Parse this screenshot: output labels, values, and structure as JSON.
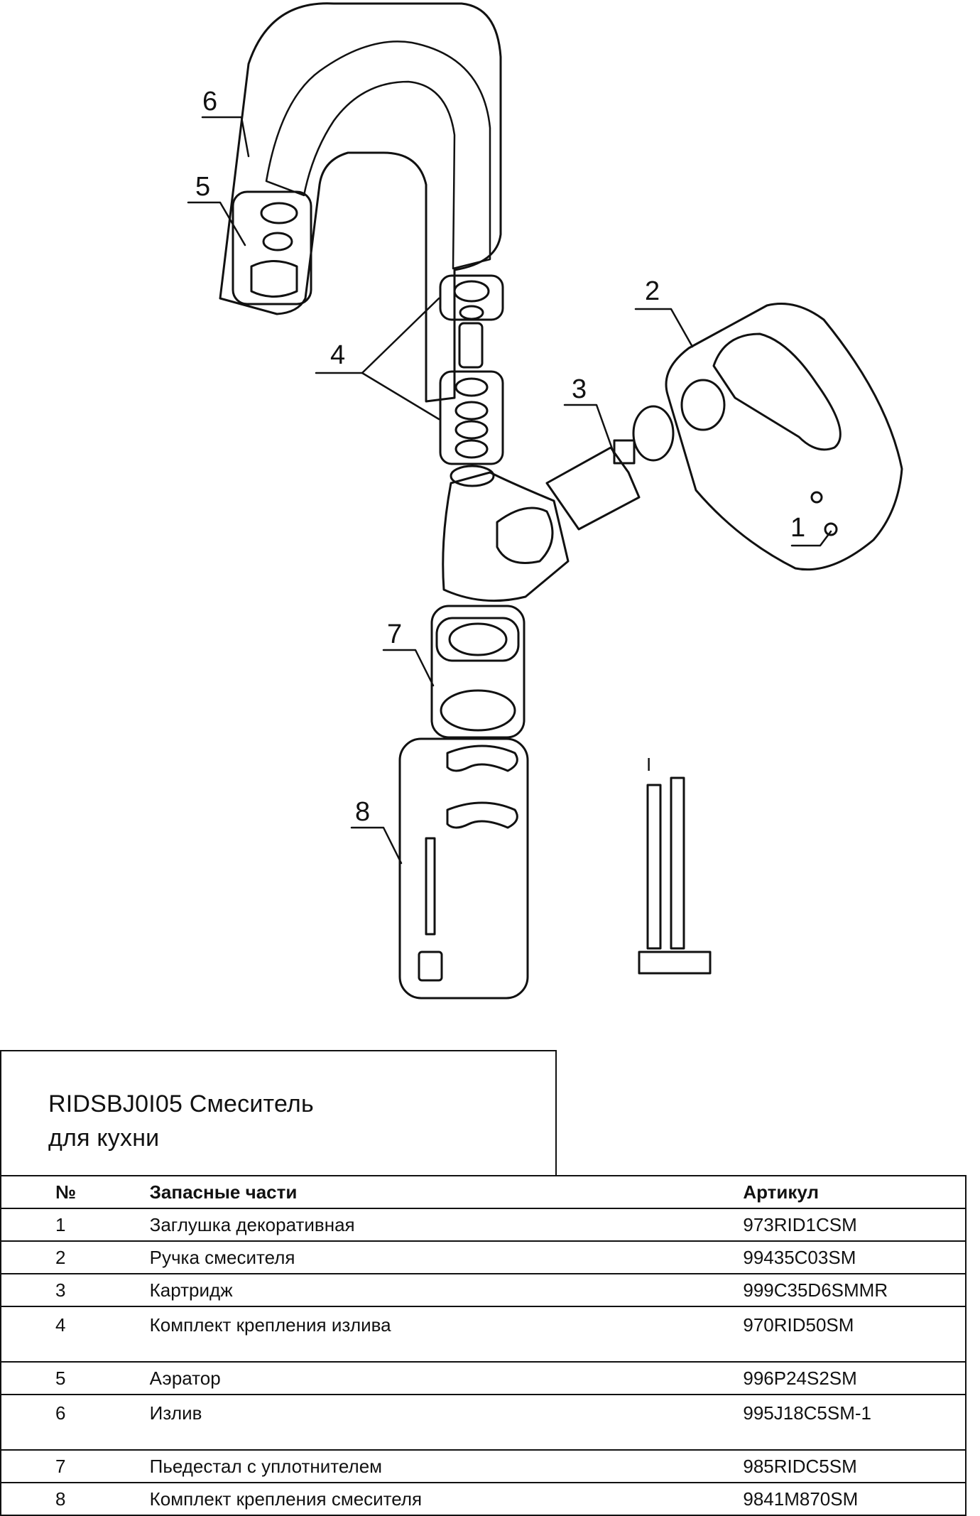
{
  "diagram": {
    "callouts": [
      "1",
      "2",
      "3",
      "4",
      "5",
      "6",
      "7",
      "8"
    ],
    "hose_label": "I"
  },
  "title": {
    "line1": "RIDSBJ0I05 Смеситель",
    "line2": "для кухни"
  },
  "table": {
    "headers": [
      "№",
      "Запасные части",
      "Артикул"
    ],
    "rows": [
      {
        "num": "1",
        "name": "Заглушка декоративная",
        "sku": "973RID1CSM"
      },
      {
        "num": "2",
        "name": "Ручка смесителя",
        "sku": "99435C03SM"
      },
      {
        "num": "3",
        "name": "Картридж",
        "sku": "999C35D6SMMR"
      },
      {
        "num": "4",
        "name": "Комплект крепления излива",
        "sku": "970RID50SM"
      },
      {
        "num": "5",
        "name": "Аэратор",
        "sku": "996P24S2SM"
      },
      {
        "num": "6",
        "name": "Излив",
        "sku": "995J18C5SM-1"
      },
      {
        "num": "7",
        "name": "Пьедестал с уплотнителем",
        "sku": "985RIDC5SM"
      },
      {
        "num": "8",
        "name": "Комплект крепления смесителя",
        "sku": "9841M870SM"
      }
    ]
  }
}
